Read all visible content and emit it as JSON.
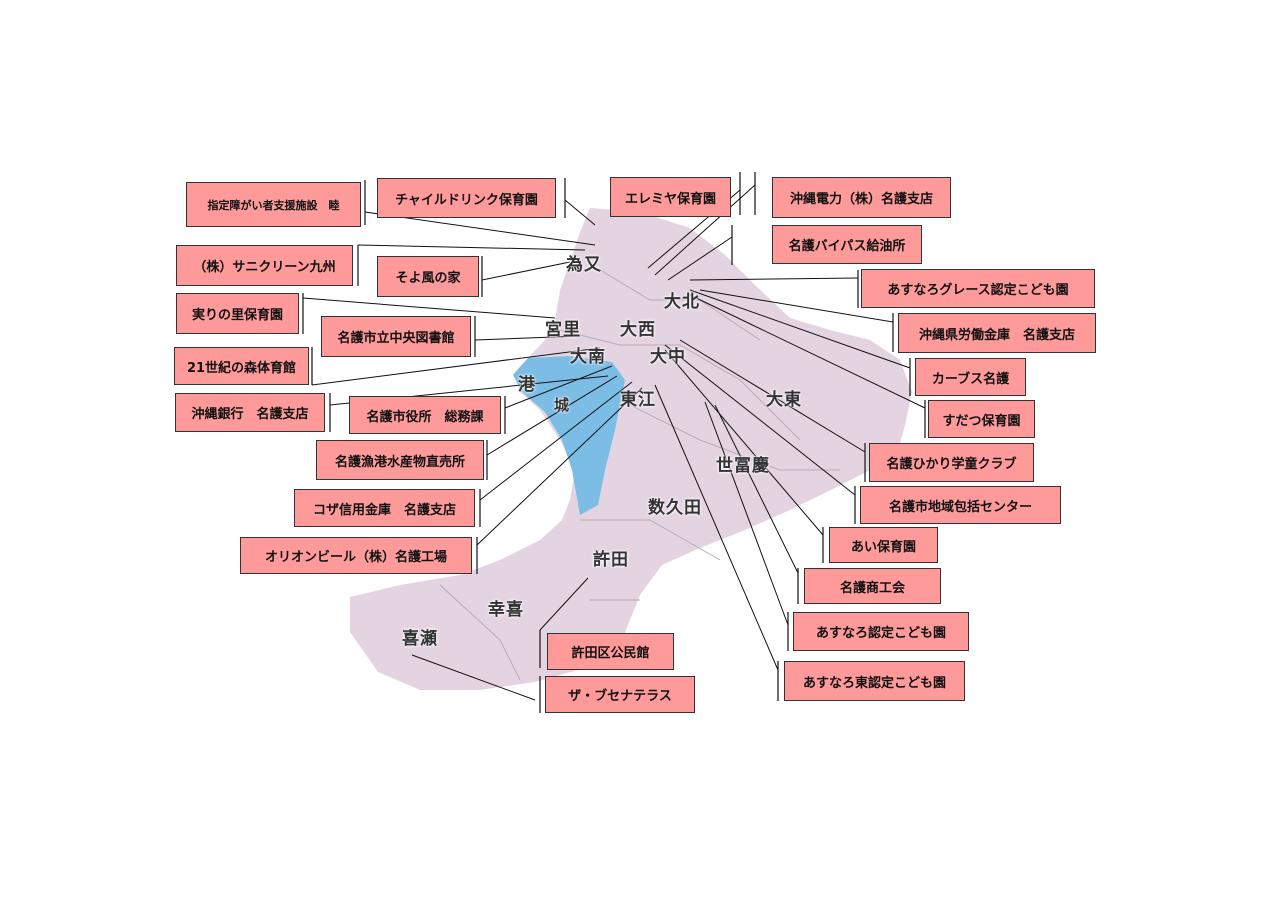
{
  "colors": {
    "land": "#e4d4e2",
    "water": "#7cbde6",
    "label_box": "#ff9a9a",
    "line": "#111111"
  },
  "areas": [
    "為又",
    "大北",
    "宮里",
    "大西",
    "大南",
    "大中",
    "港",
    "城",
    "東江",
    "大東",
    "世冨慶",
    "数久田",
    "許田",
    "幸喜",
    "喜瀬"
  ],
  "labels": [
    "指定障がい者支援施設　睦",
    "チャイルドリンク保育園",
    "エレミヤ保育園",
    "沖縄電力（株）名護支店",
    "名護バイパス給油所",
    "あすなろグレース認定こども園",
    "沖縄県労働金庫　名護支店",
    "カーブス名護",
    "すだつ保育園",
    "名護ひかり学童クラブ",
    "名護市地域包括センター",
    "あい保育園",
    "名護商工会",
    "あすなろ認定こども園",
    "あすなろ東認定こども園",
    "ザ・ブセナテラス",
    "許田区公民館",
    "オリオンビール（株）名護工場",
    "コザ信用金庫　名護支店",
    "名護漁港水産物直売所",
    "名護市役所　総務課",
    "沖縄銀行　名護支店",
    "21世紀の森体育館",
    "名護市立中央図書館",
    "実りの里保育園",
    "そよ風の家",
    "（株）サニクリーン九州"
  ]
}
